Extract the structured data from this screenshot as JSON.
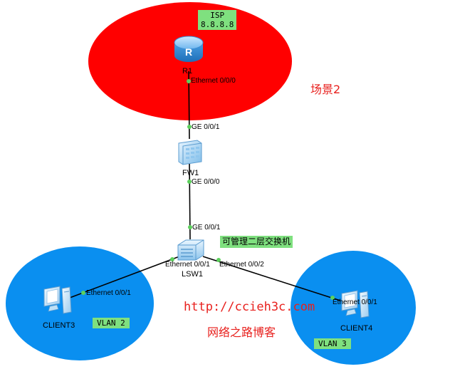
{
  "regions": {
    "isp_color": "#ff0000",
    "client_color": "#0a8ff0"
  },
  "isp_label": [
    "ISP",
    "8.8.8.8"
  ],
  "scene_label": "场景2",
  "switch_note": "可管理二层交换机",
  "website": "http://ccieh3c.com",
  "blog_name": "网络之路博客",
  "devices": {
    "router": {
      "name": "R1",
      "icon": "router-icon"
    },
    "firewall": {
      "name": "FW1",
      "icon": "firewall-icon"
    },
    "switch": {
      "name": "LSW1",
      "icon": "switch-icon"
    },
    "client3": {
      "name": "CLIENT3",
      "icon": "pc-icon"
    },
    "client4": {
      "name": "CLIENT4",
      "icon": "pc-icon"
    }
  },
  "ports": {
    "r1_e000": "Ethernet 0/0/0",
    "fw_ge001": "GE 0/0/1",
    "fw_ge000": "GE 0/0/0",
    "sw_ge001": "GE 0/0/1",
    "sw_e001": "Ethernet 0/0/1",
    "sw_e002": "Ethernet 0/0/2",
    "c3_e001": "Ethernet 0/0/1",
    "c4_e001": "Ethernet 0/0/1"
  },
  "vlans": {
    "client3": "VLAN 2",
    "client4": "VLAN 3"
  },
  "link_dot_color": "#5cd05c"
}
